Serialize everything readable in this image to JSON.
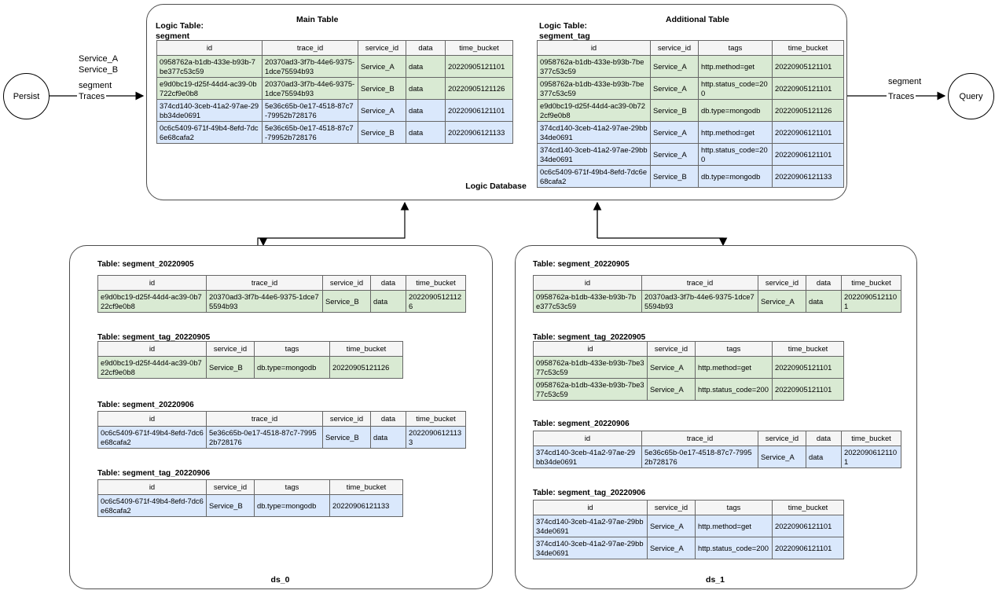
{
  "diagram": {
    "nodes": {
      "persist": "Persist",
      "query": "Query"
    },
    "edges": {
      "left": {
        "services": "Service_A\nService_B",
        "service_a": "Service_A",
        "service_b": "Service_B",
        "segment": "segment",
        "traces": "Traces"
      },
      "right": {
        "segment": "segment",
        "traces": "Traces"
      }
    },
    "logic_database": {
      "caption": "Logic Database",
      "main": {
        "heading": "Main Table",
        "logic_table_prefix": "Logic Table:",
        "logic_table_name": "segment",
        "columns": [
          "id",
          "trace_id",
          "service_id",
          "data",
          "time_bucket"
        ],
        "rows": [
          {
            "tint": "green",
            "cells": [
              "0958762a-b1db-433e-b93b-7be377c53c59",
              "20370ad3-3f7b-44e6-9375-1dce75594b93",
              "Service_A",
              "data",
              "20220905121101"
            ]
          },
          {
            "tint": "green",
            "cells": [
              "e9d0bc19-d25f-44d4-ac39-0b722cf9e0b8",
              "20370ad3-3f7b-44e6-9375-1dce75594b93",
              "Service_B",
              "data",
              "20220905121126"
            ]
          },
          {
            "tint": "blue",
            "cells": [
              "374cd140-3ceb-41a2-97ae-29bb34de0691",
              "5e36c65b-0e17-4518-87c7-79952b728176",
              "Service_A",
              "data",
              "20220906121101"
            ]
          },
          {
            "tint": "blue",
            "cells": [
              "0c6c5409-671f-49b4-8efd-7dc6e68cafa2",
              "5e36c65b-0e17-4518-87c7-79952b728176",
              "Service_B",
              "data",
              "20220906121133"
            ]
          }
        ]
      },
      "additional": {
        "heading": "Additional  Table",
        "logic_table_prefix": "Logic Table:",
        "logic_table_name": "segment_tag",
        "columns": [
          "id",
          "service_id",
          "tags",
          "time_bucket"
        ],
        "rows": [
          {
            "tint": "green",
            "cells": [
              "0958762a-b1db-433e-b93b-7be377c53c59",
              "Service_A",
              "http.method=get",
              "20220905121101"
            ]
          },
          {
            "tint": "green",
            "cells": [
              "0958762a-b1db-433e-b93b-7be377c53c59",
              "Service_A",
              "http.status_code=200",
              "20220905121101"
            ]
          },
          {
            "tint": "green",
            "cells": [
              "e9d0bc19-d25f-44d4-ac39-0b722cf9e0b8",
              "Service_B",
              "db.type=mongodb",
              "20220905121126"
            ]
          },
          {
            "tint": "blue",
            "cells": [
              "374cd140-3ceb-41a2-97ae-29bb34de0691",
              "Service_A",
              "http.method=get",
              "20220906121101"
            ]
          },
          {
            "tint": "blue",
            "cells": [
              "374cd140-3ceb-41a2-97ae-29bb34de0691",
              "Service_A",
              "http.status_code=200",
              "20220906121101"
            ]
          },
          {
            "tint": "blue",
            "cells": [
              "0c6c5409-671f-49b4-8efd-7dc6e68cafa2",
              "Service_B",
              "db.type=mongodb",
              "20220906121133"
            ]
          }
        ]
      }
    },
    "ds0": {
      "caption": "ds_0",
      "tables": [
        {
          "label": "Table: segment_20220905",
          "columns": [
            "id",
            "trace_id",
            "service_id",
            "data",
            "time_bucket"
          ],
          "rows": [
            {
              "tint": "green",
              "cells": [
                "e9d0bc19-d25f-44d4-ac39-0b722cf9e0b8",
                "20370ad3-3f7b-44e6-9375-1dce75594b93",
                "Service_B",
                "data",
                "20220905121126"
              ]
            }
          ]
        },
        {
          "label": "Table: segment_tag_20220905",
          "columns": [
            "id",
            "service_id",
            "tags",
            "time_bucket"
          ],
          "rows": [
            {
              "tint": "green",
              "cells": [
                "e9d0bc19-d25f-44d4-ac39-0b722cf9e0b8",
                "Service_B",
                "db.type=mongodb",
                "20220905121126"
              ]
            }
          ]
        },
        {
          "label": "Table: segment_20220906",
          "columns": [
            "id",
            "trace_id",
            "service_id",
            "data",
            "time_bucket"
          ],
          "rows": [
            {
              "tint": "blue",
              "cells": [
                "0c6c5409-671f-49b4-8efd-7dc6e68cafa2",
                "5e36c65b-0e17-4518-87c7-79952b728176",
                "Service_B",
                "data",
                "20220906121133"
              ]
            }
          ]
        },
        {
          "label": "Table: segment_tag_20220906",
          "columns": [
            "id",
            "service_id",
            "tags",
            "time_bucket"
          ],
          "rows": [
            {
              "tint": "blue",
              "cells": [
                "0c6c5409-671f-49b4-8efd-7dc6e68cafa2",
                "Service_B",
                "db.type=mongodb",
                "20220906121133"
              ]
            }
          ]
        }
      ]
    },
    "ds1": {
      "caption": "ds_1",
      "tables": [
        {
          "label": "Table: segment_20220905",
          "columns": [
            "id",
            "trace_id",
            "service_id",
            "data",
            "time_bucket"
          ],
          "rows": [
            {
              "tint": "green",
              "cells": [
                "0958762a-b1db-433e-b93b-7be377c53c59",
                "20370ad3-3f7b-44e6-9375-1dce75594b93",
                "Service_A",
                "data",
                "20220905121101"
              ]
            }
          ]
        },
        {
          "label": "Table: segment_tag_20220905",
          "columns": [
            "id",
            "service_id",
            "tags",
            "time_bucket"
          ],
          "rows": [
            {
              "tint": "green",
              "cells": [
                "0958762a-b1db-433e-b93b-7be377c53c59",
                "Service_A",
                "http.method=get",
                "20220905121101"
              ]
            },
            {
              "tint": "green",
              "cells": [
                "0958762a-b1db-433e-b93b-7be377c53c59",
                "Service_A",
                "http.status_code=200",
                "20220905121101"
              ]
            }
          ]
        },
        {
          "label": "Table: segment_20220906",
          "columns": [
            "id",
            "trace_id",
            "service_id",
            "data",
            "time_bucket"
          ],
          "rows": [
            {
              "tint": "blue",
              "cells": [
                "374cd140-3ceb-41a2-97ae-29bb34de0691",
                "5e36c65b-0e17-4518-87c7-79952b728176",
                "Service_A",
                "data",
                "20220906121101"
              ]
            }
          ]
        },
        {
          "label": "Table: segment_tag_20220906",
          "columns": [
            "id",
            "service_id",
            "tags",
            "time_bucket"
          ],
          "rows": [
            {
              "tint": "blue",
              "cells": [
                "374cd140-3ceb-41a2-97ae-29bb34de0691",
                "Service_A",
                "http.method=get",
                "20220906121101"
              ]
            },
            {
              "tint": "blue",
              "cells": [
                "374cd140-3ceb-41a2-97ae-29bb34de0691",
                "Service_A",
                "http.status_code=200",
                "20220906121101"
              ]
            }
          ]
        }
      ]
    },
    "colors": {
      "green": "#d9ead3",
      "blue": "#dae8fc",
      "header": "#f5f5f5",
      "border": "#666666",
      "panel_border": "#4d4d4d"
    }
  }
}
